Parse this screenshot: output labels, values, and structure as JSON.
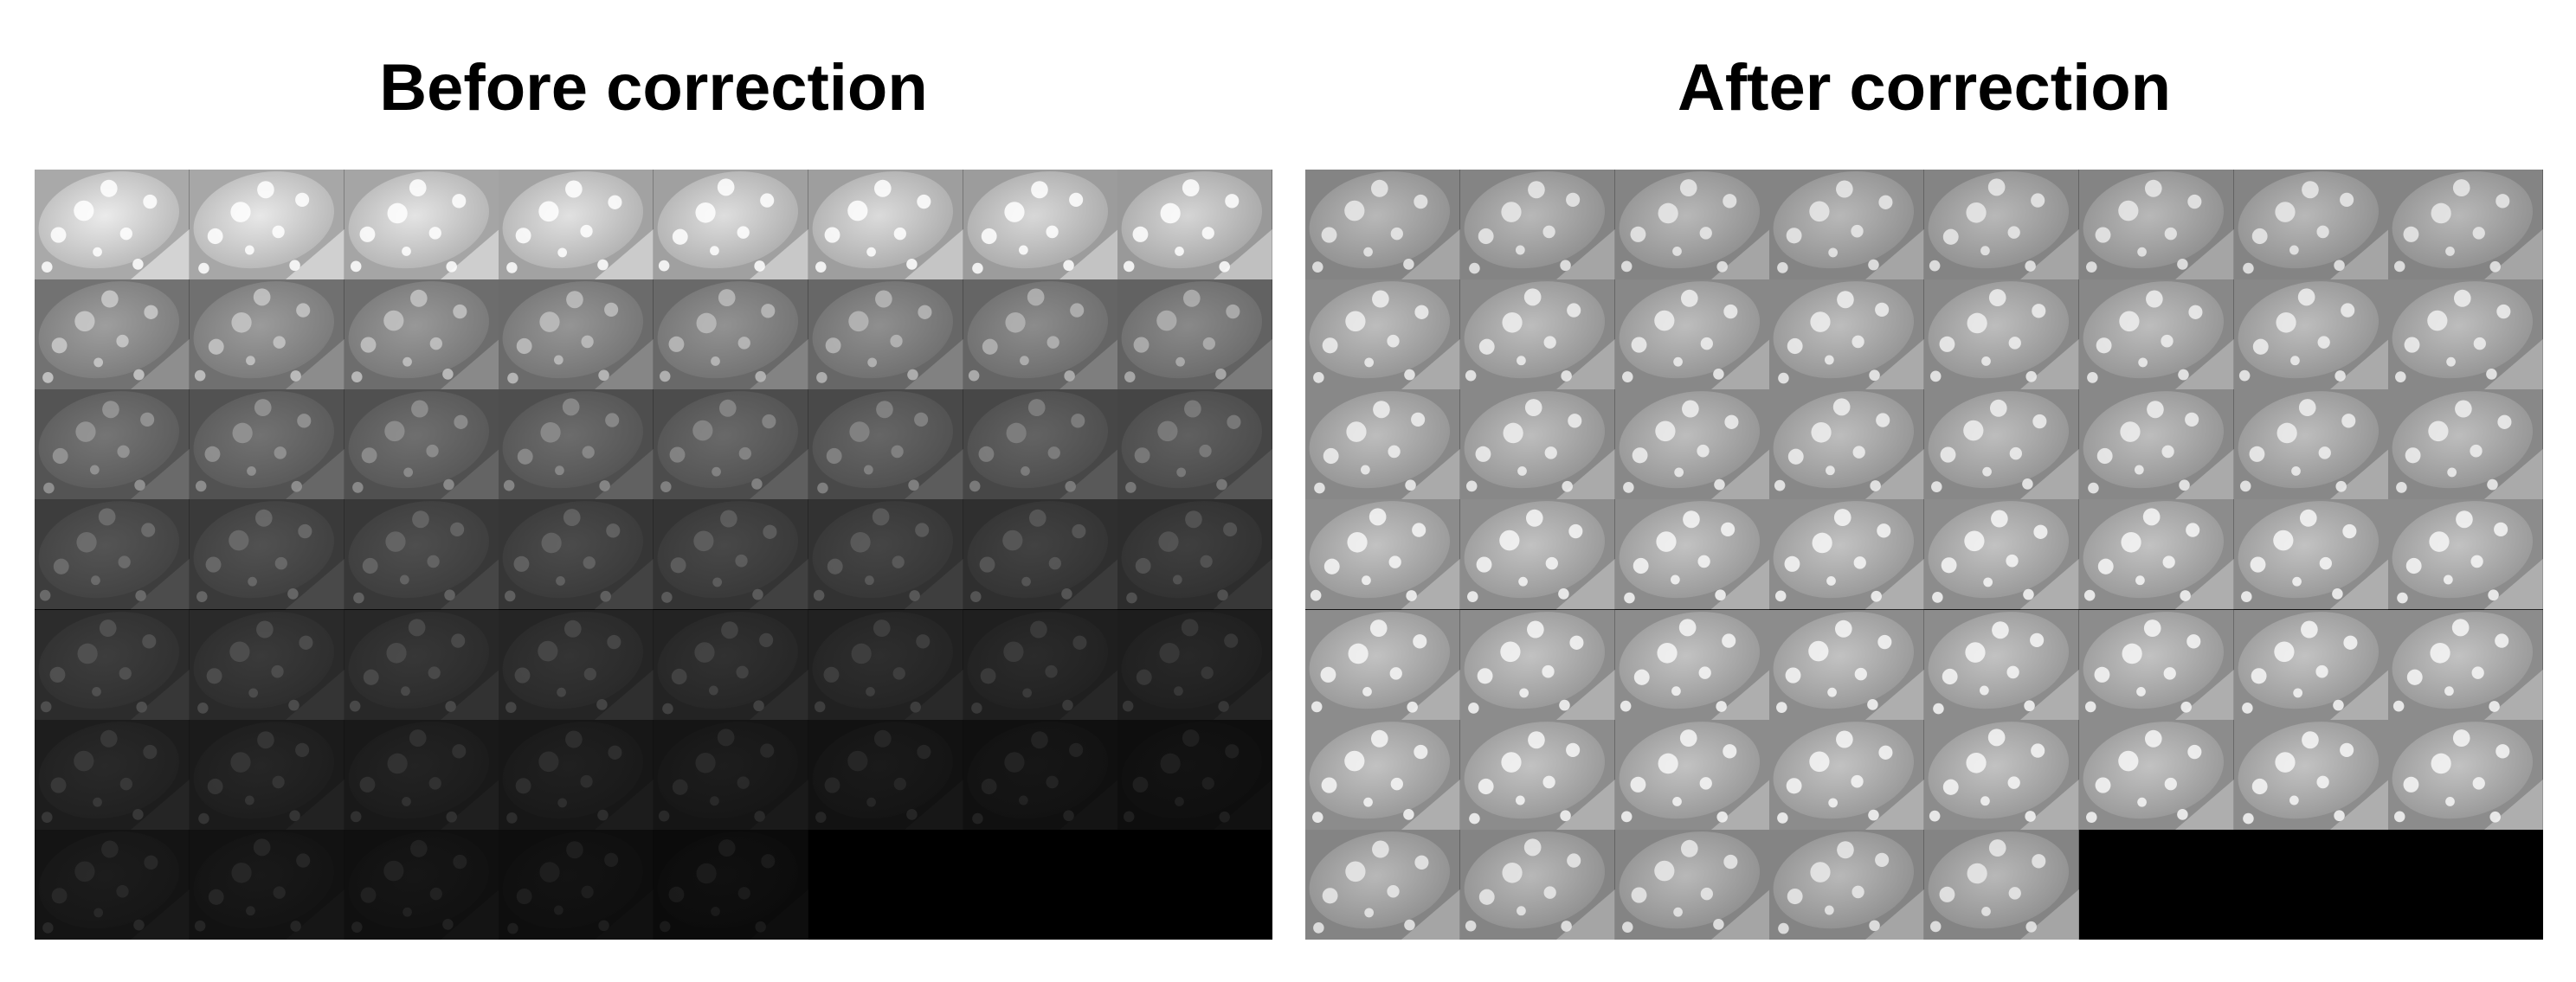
{
  "panels": [
    {
      "id": "before",
      "title": "Before correction",
      "rows": 7,
      "cols": 8,
      "filled_tiles": 53,
      "row_brightness": [
        0.92,
        0.62,
        0.46,
        0.33,
        0.24,
        0.16,
        0.11
      ],
      "brightness_falloff_per_tile": 0.012
    },
    {
      "id": "after",
      "title": "After correction",
      "rows": 7,
      "cols": 8,
      "filled_tiles": 53,
      "row_brightness": [
        0.72,
        0.74,
        0.74,
        0.76,
        0.76,
        0.76,
        0.72
      ],
      "brightness_falloff_per_tile": 0.0
    }
  ],
  "colors": {
    "background": "#ffffff",
    "empty_tile": "#000000",
    "title_text": "#000000"
  }
}
